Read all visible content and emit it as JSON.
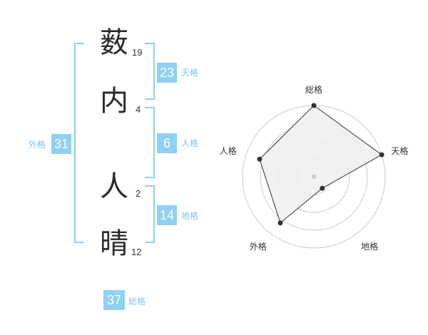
{
  "characters": [
    {
      "char": "薮",
      "strokes": "19"
    },
    {
      "char": "内",
      "strokes": "4"
    },
    {
      "char": "人",
      "strokes": "2"
    },
    {
      "char": "晴",
      "strokes": "12"
    }
  ],
  "fortunes": {
    "tenkaku": {
      "value": "23",
      "label": "天格"
    },
    "jinkaku": {
      "value": "6",
      "label": "人格"
    },
    "chikaku": {
      "value": "14",
      "label": "地格"
    },
    "gaikaku": {
      "value": "31",
      "label": "外格"
    },
    "soukaku": {
      "value": "37",
      "label": "総格"
    }
  },
  "radar": {
    "axes": [
      "総格",
      "天格",
      "地格",
      "外格",
      "人格"
    ],
    "values": [
      1.0,
      1.0,
      0.2,
      0.8,
      0.8
    ],
    "fill_color": "#eeeeee",
    "ring_color": "#cccccc",
    "line_color": "#333333",
    "point_color": "#333333",
    "center_color": "#cccccc"
  },
  "colors": {
    "accent": "#8fd0f5"
  }
}
